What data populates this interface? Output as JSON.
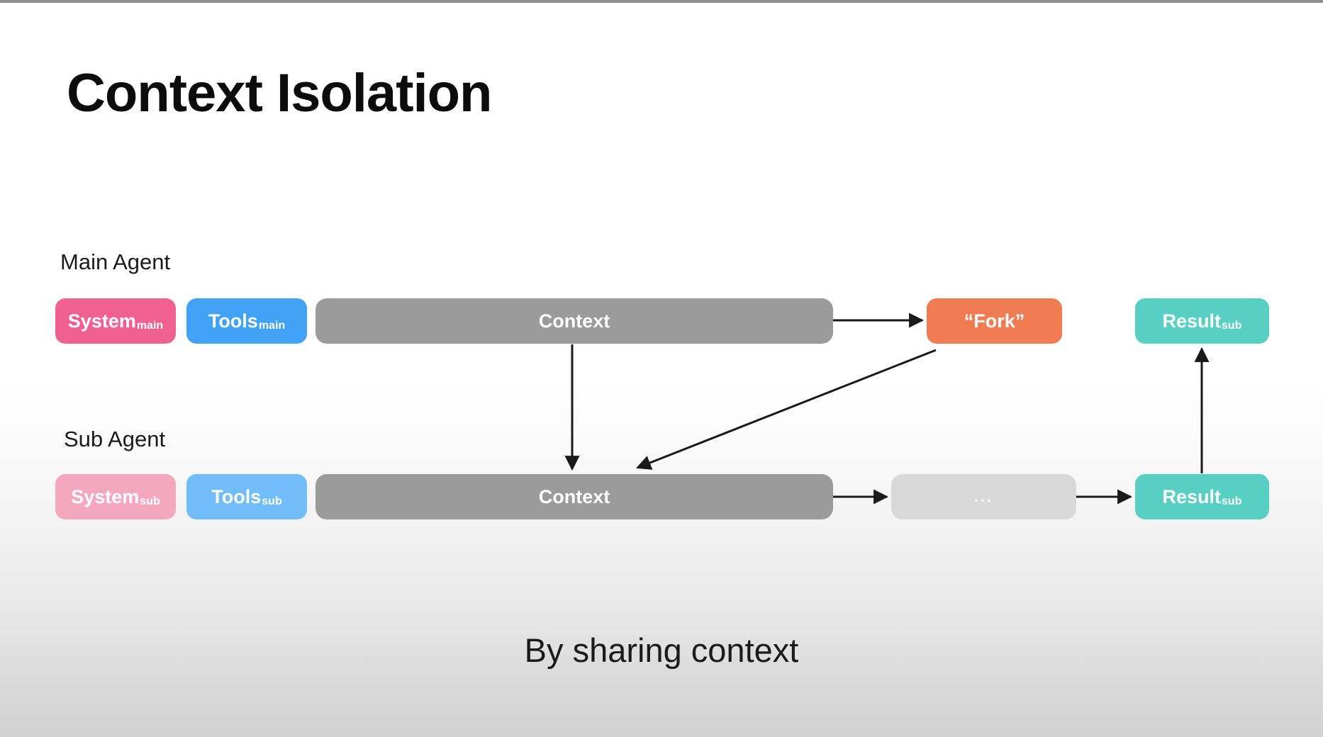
{
  "title": "Context Isolation",
  "caption": "By sharing context",
  "labels": {
    "main_agent": "Main Agent",
    "sub_agent": "Sub Agent"
  },
  "boxes": {
    "system_main": {
      "label": "System",
      "subscript": "main"
    },
    "tools_main": {
      "label": "Tools",
      "subscript": "main"
    },
    "context_main": {
      "label": "Context"
    },
    "fork": {
      "label": "“Fork”"
    },
    "result_top": {
      "label": "Result",
      "subscript": "sub"
    },
    "system_sub": {
      "label": "System",
      "subscript": "sub"
    },
    "tools_sub": {
      "label": "Tools",
      "subscript": "sub"
    },
    "context_sub": {
      "label": "Context"
    },
    "ellipsis": {
      "label": "..."
    },
    "result_bottom": {
      "label": "Result",
      "subscript": "sub"
    }
  },
  "colors": {
    "system_main": "#ef6190",
    "tools_main": "#42a3f5",
    "system_sub": "#f4a8c0",
    "tools_sub": "#70bdf7",
    "context": "#9b9b9b",
    "fork": "#ef7c52",
    "result": "#58cfc3",
    "ellipsis_box": "#d9d9d9",
    "arrow": "#1a1a1a"
  }
}
